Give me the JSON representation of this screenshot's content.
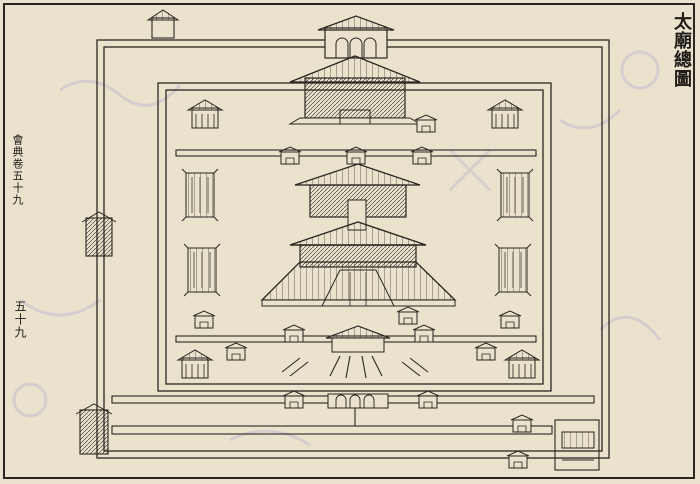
{
  "title": "太廟總圖",
  "side_note": "會典卷五十九",
  "page_number": "五十九",
  "colors": {
    "paper": "#ebe2cd",
    "ink": "#2a2620",
    "watermark": "#b9b0c7"
  },
  "icons": [
    "hall-building",
    "gate-pavilion",
    "courtyard-wall"
  ]
}
